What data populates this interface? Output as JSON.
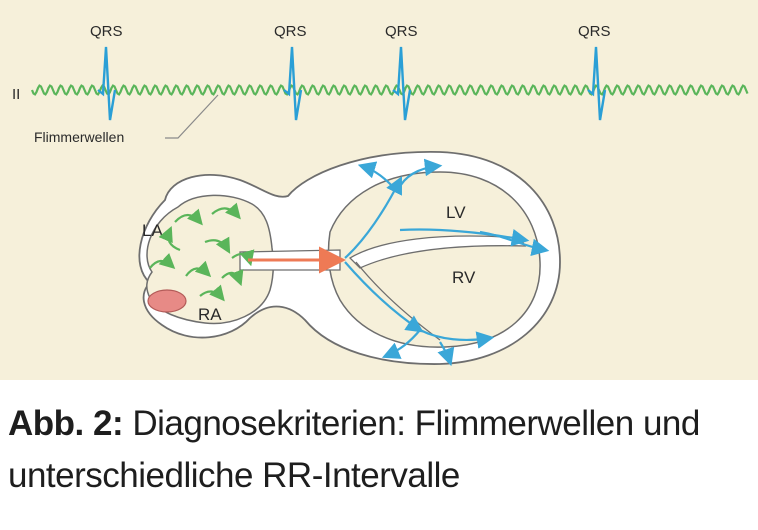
{
  "diagram": {
    "ecg": {
      "lead_label": "II",
      "qrs_labels": [
        "QRS",
        "QRS",
        "QRS",
        "QRS"
      ],
      "fibrillation_label": "Flimmerwellen"
    },
    "heart": {
      "left_atrium": "LA",
      "right_atrium": "RA",
      "left_ventricle": "LV",
      "right_ventricle": "RV"
    },
    "colors": {
      "background": "#f6f0da",
      "ecg_wave": "#5ab55a",
      "qrs": "#2a9fd6",
      "conduction": "#3aa7d8",
      "av_impulse": "#ee7a55",
      "sinus_node": "#e78a86",
      "tissue": "#ffffff",
      "outline": "#6e6e6e"
    }
  },
  "caption": {
    "label": "Abb. 2:",
    "text": "Diagnosekriterien: Flimmerwellen und unterschiedliche RR-Intervalle"
  }
}
